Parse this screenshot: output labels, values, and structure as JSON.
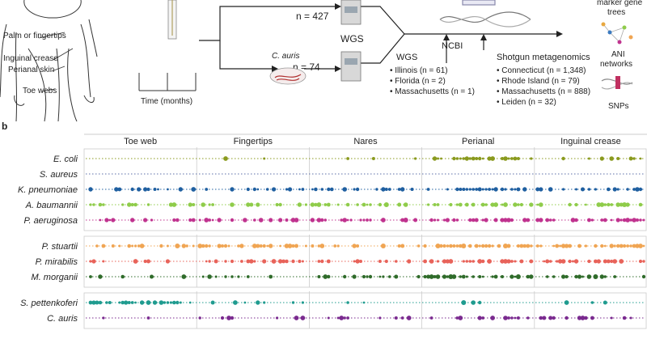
{
  "panel_a": {
    "sample_sites": [
      "Palm or fingertips",
      "Inguinal crease",
      "Perianal skin",
      "Toe webs"
    ],
    "time_label": "Time (months)",
    "isolate_label": "C. auris",
    "n_top": "n = 427",
    "n_bottom": "n = 74",
    "wgs_center": "WGS",
    "ncbi": "NCBI",
    "wgs_section_title": "WGS",
    "wgs_items": [
      "Illinois (n = 61)",
      "Florida (n = 2)",
      "Massachusetts (n = 1)"
    ],
    "shotgun_title": "Shotgun metagenomics",
    "shotgun_items": [
      "Connecticut (n = 1,348)",
      "Rhode Island (n = 79)",
      "Massachusetts (n = 888)",
      "Leiden (n = 32)"
    ],
    "outputs": {
      "marker_tree_line1": "marker gene",
      "marker_tree_line2": "trees",
      "ani_line1": "ANI",
      "ani_line2": "networks",
      "snps": "SNPs"
    }
  },
  "panel_b": {
    "label": "b",
    "sites": [
      "Toe web",
      "Fingertips",
      "Nares",
      "Perianal",
      "Inguinal crease"
    ]
  },
  "chart_data": {
    "type": "scatter",
    "sites": [
      "Toe web",
      "Fingertips",
      "Nares",
      "Perianal",
      "Inguinal crease"
    ],
    "groups": [
      {
        "species": [
          {
            "name": "E. coli",
            "color": "#8a9a1e",
            "density": [
              0.05,
              0.12,
              0.08,
              0.5,
              0.45
            ]
          },
          {
            "name": "S. aureus",
            "color": "#5b6ea8",
            "density": [
              0.0,
              0.0,
              0.02,
              0.0,
              0.0
            ]
          },
          {
            "name": "K. pneumoniae",
            "color": "#1f5fa0",
            "density": [
              0.35,
              0.3,
              0.4,
              0.65,
              0.6
            ]
          },
          {
            "name": "A. baumannii",
            "color": "#8fcc4a",
            "density": [
              0.3,
              0.35,
              0.3,
              0.5,
              0.45
            ]
          },
          {
            "name": "P. aeruginosa",
            "color": "#c0338f",
            "density": [
              0.3,
              0.4,
              0.4,
              0.55,
              0.6
            ]
          }
        ]
      },
      {
        "species": [
          {
            "name": "P. stuartii",
            "color": "#f0a553",
            "density": [
              0.3,
              0.45,
              0.35,
              0.7,
              0.6
            ]
          },
          {
            "name": "P. mirabilis",
            "color": "#e8635a",
            "density": [
              0.3,
              0.4,
              0.35,
              0.6,
              0.55
            ]
          },
          {
            "name": "M. morganii",
            "color": "#2f6b2a",
            "density": [
              0.12,
              0.3,
              0.25,
              0.55,
              0.5
            ]
          }
        ]
      },
      {
        "species": [
          {
            "name": "S. pettenkoferi",
            "color": "#1f9b8f",
            "density": [
              0.75,
              0.15,
              0.1,
              0.12,
              0.1
            ]
          },
          {
            "name": "C. auris",
            "color": "#7a2a8f",
            "density": [
              0.12,
              0.25,
              0.3,
              0.35,
              0.45
            ]
          }
        ]
      }
    ]
  }
}
